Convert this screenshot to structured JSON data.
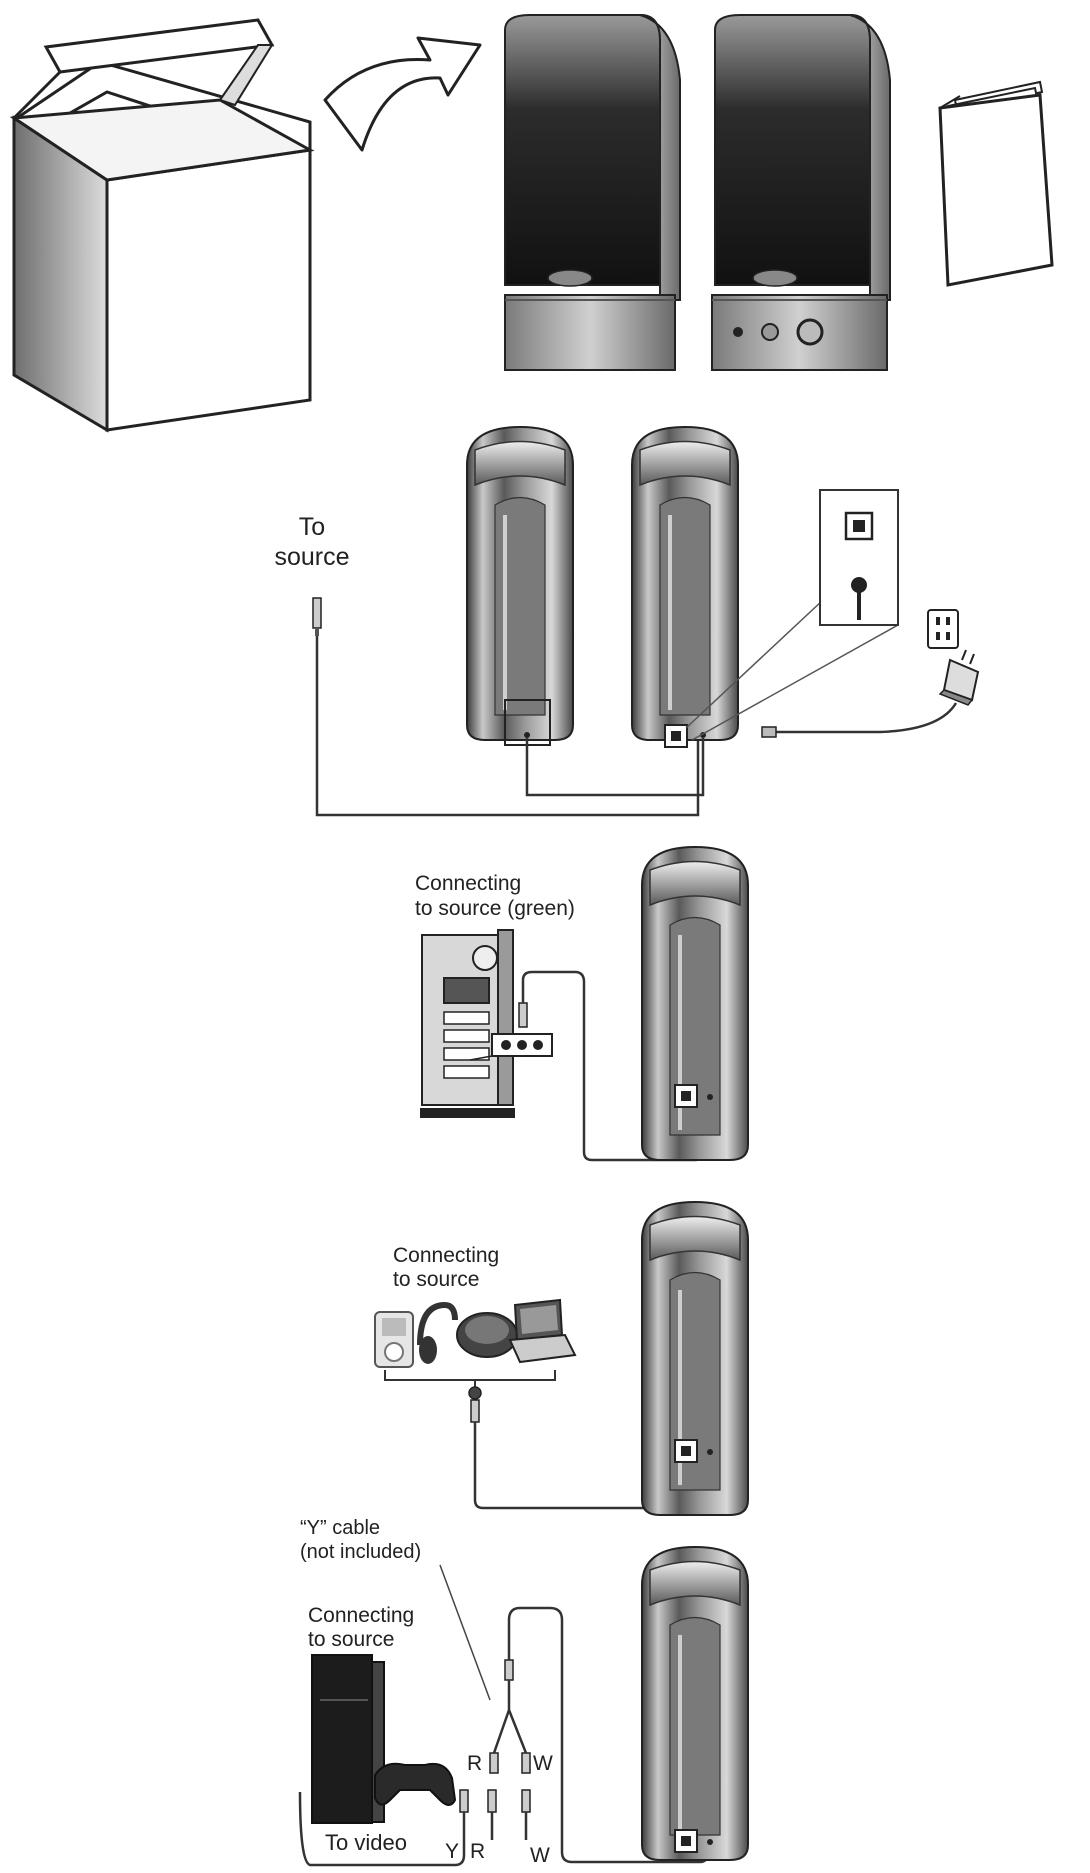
{
  "labels": {
    "to_source": [
      "To",
      "source"
    ],
    "connecting_pc": [
      "Connecting",
      "to source (green)"
    ],
    "connecting_portable": [
      "Connecting",
      "to source"
    ],
    "y_cable": [
      "“Y” cable",
      "(not included)"
    ],
    "connecting_console": [
      "Connecting",
      "to source"
    ],
    "to_video": "To video",
    "plug_y": "Y",
    "plug_r_lower": "R",
    "plug_w_lower": "W",
    "plug_r_upper": "R",
    "plug_w_upper": "W"
  },
  "colors": {
    "ink": "#222222",
    "speaker_dark": "#3a3a3a",
    "speaker_mid": "#8a8a8a",
    "speaker_light": "#d8d8d8",
    "cable": "#444444",
    "paper": "#ffffff"
  },
  "icons": {
    "box": "open-box-icon",
    "arrow": "curved-arrow-icon",
    "manual": "manual-booklet-icon",
    "adapter": "power-adapter-icon",
    "outlet": "wall-outlet-icon",
    "pc": "desktop-pc-tower-icon",
    "mp3": "mp3-player-icon",
    "cd": "portable-cd-player-icon",
    "laptop": "laptop-icon",
    "console": "game-console-icon",
    "controller": "game-controller-icon"
  }
}
